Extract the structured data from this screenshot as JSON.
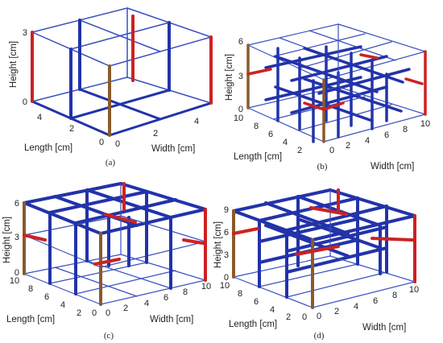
{
  "figure": {
    "colors": {
      "beam": "#2233aa",
      "wire": "#3a4fbf",
      "post": "#cc2222",
      "post_edge": "#8b5a2b",
      "text": "#222222"
    },
    "panels": [
      {
        "caption": "(a)",
        "axes": {
          "height_label": "Height [cm]",
          "length_label": "Length [cm]",
          "width_label": "Width [cm]"
        },
        "height_ticks": [
          "0",
          "3"
        ],
        "length_ticks": [
          "0",
          "2",
          "4"
        ],
        "width_ticks": [
          "0",
          "2",
          "4"
        ]
      },
      {
        "caption": "(b)",
        "axes": {
          "height_label": "Height [cm]",
          "length_label": "Length [cm]",
          "width_label": "Width [cm]"
        },
        "height_ticks": [
          "0",
          "3",
          "6"
        ],
        "length_ticks": [
          "2",
          "4",
          "6",
          "8",
          "10"
        ],
        "width_ticks": [
          "0",
          "2",
          "4",
          "6",
          "8",
          "10"
        ]
      },
      {
        "caption": "(c)",
        "axes": {
          "height_label": "Height [cm]",
          "length_label": "Length [cm]",
          "width_label": "Width [cm]"
        },
        "height_ticks": [
          "0",
          "3",
          "6"
        ],
        "length_ticks": [
          "0",
          "2",
          "4",
          "6",
          "8",
          "10"
        ],
        "width_ticks": [
          "0",
          "2",
          "4",
          "6",
          "8",
          "10"
        ]
      },
      {
        "caption": "(d)",
        "axes": {
          "height_label": "Height [cm]",
          "length_label": "Length [cm]",
          "width_label": "Width [cm]"
        },
        "height_ticks": [
          "0",
          "3",
          "6",
          "9"
        ],
        "length_ticks": [
          "0",
          "2",
          "4",
          "6",
          "8",
          "10"
        ],
        "width_ticks": [
          "0",
          "2",
          "4",
          "6",
          "8",
          "10"
        ]
      }
    ]
  }
}
